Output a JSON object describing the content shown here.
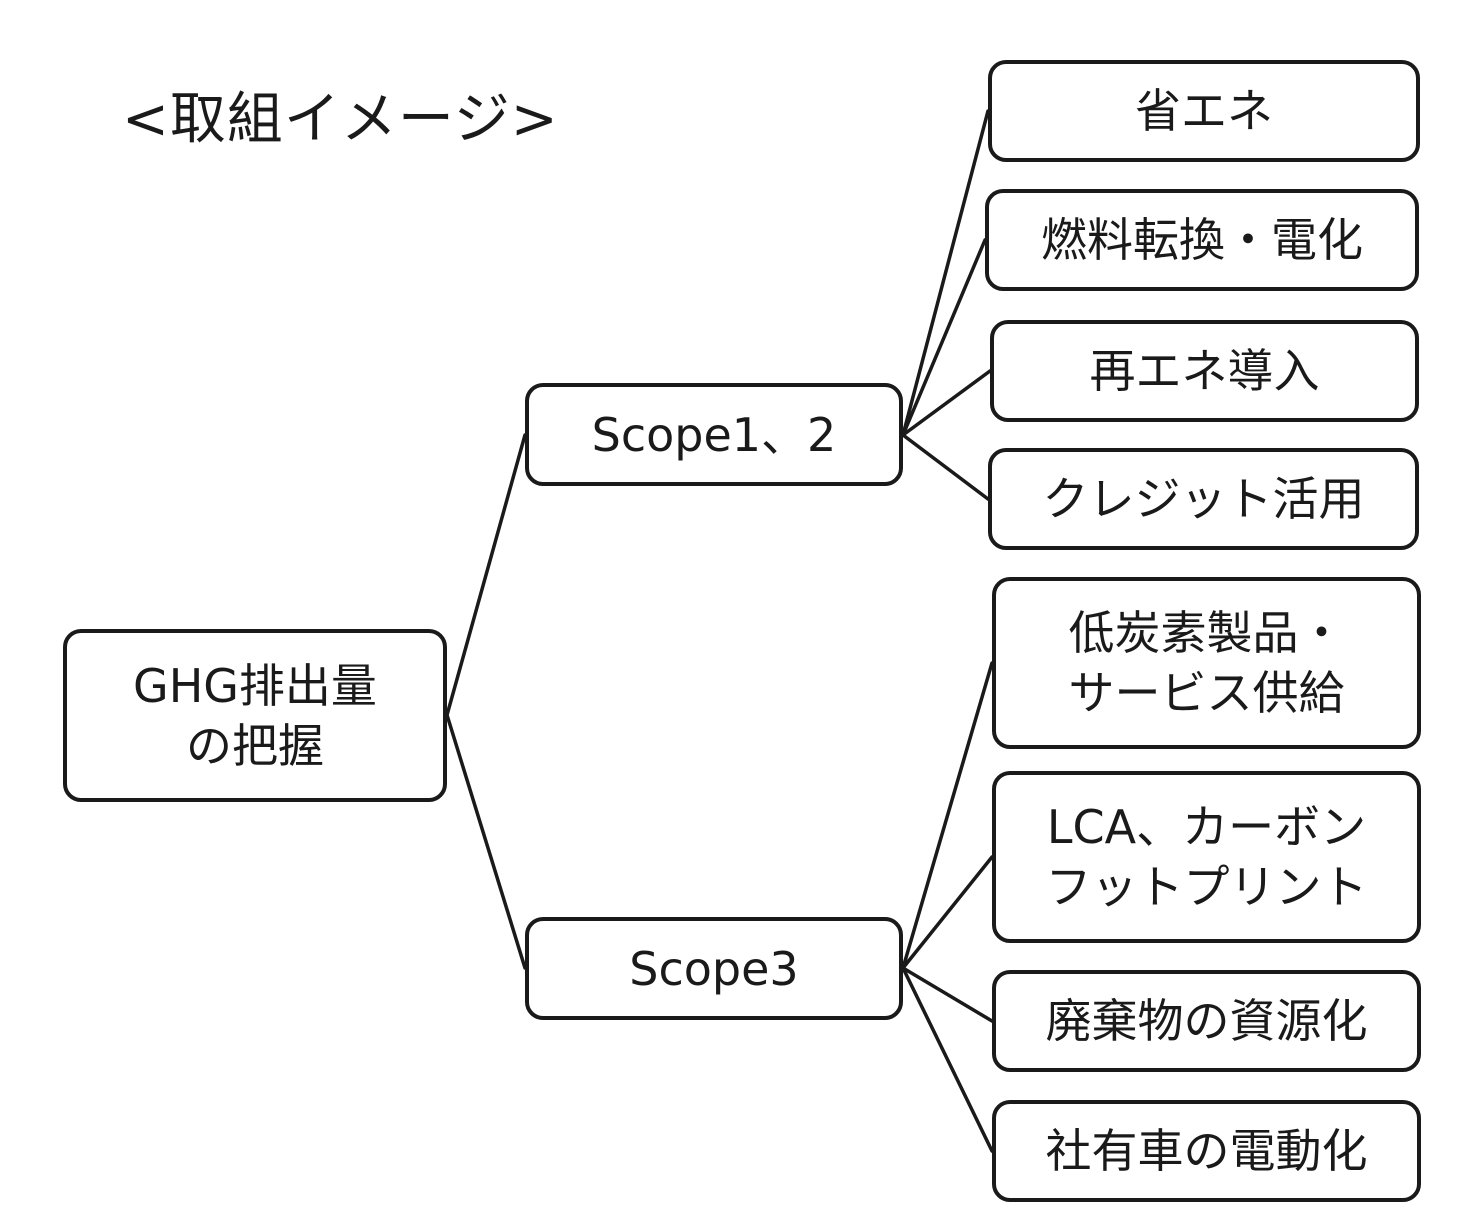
{
  "title": "<取組イメージ>",
  "root": {
    "line1": "GHG排出量",
    "line2": "の把握"
  },
  "scope12": "Scope1、2",
  "scope3": "Scope3",
  "scope12_items": [
    "省エネ",
    "燃料転換・電化",
    "再エネ導入",
    "クレジット活用"
  ],
  "scope3_items": [
    {
      "line1": "低炭素製品・",
      "line2": "サービス供給"
    },
    {
      "line1": "LCA、カーボン",
      "line2": "フットプリント"
    },
    {
      "line1": "廃棄物の資源化"
    },
    {
      "line1": "社有車の電動化"
    }
  ]
}
